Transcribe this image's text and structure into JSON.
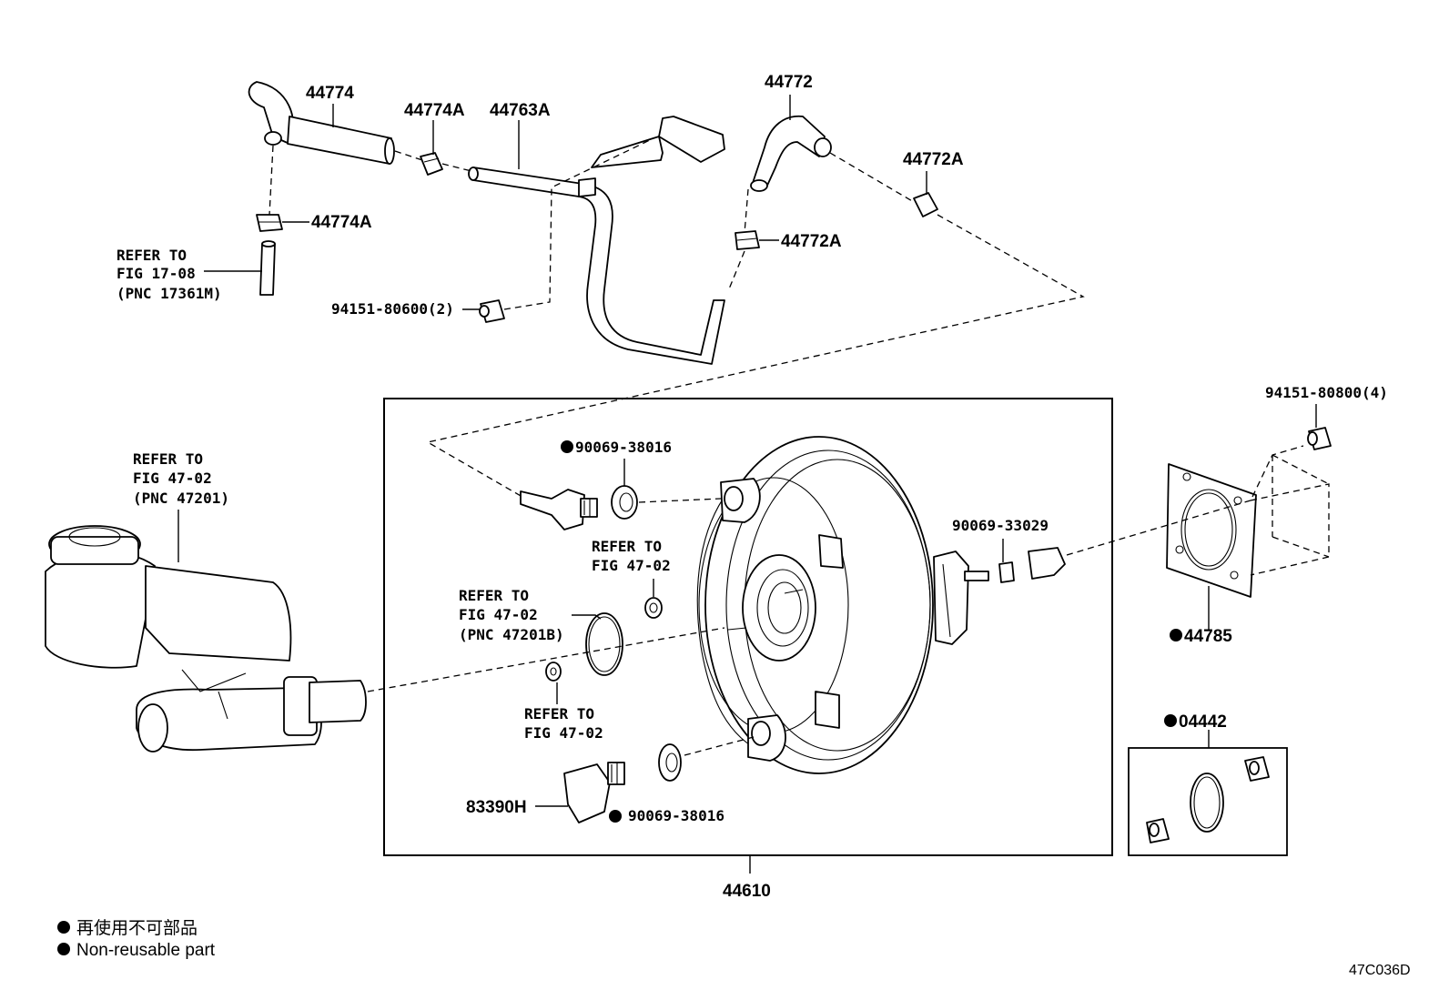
{
  "parts": {
    "p44774": "44774",
    "p44774A_top": "44774A",
    "p44763A": "44763A",
    "p44772": "44772",
    "p44772A_right": "44772A",
    "p44774A_lower": "44774A",
    "p44772A_mid": "44772A",
    "p94151_80600": "94151-80600(2)",
    "p94151_80800": "94151-80800(4)",
    "p90069_38016_top": "90069-38016",
    "p90069_33029": "90069-33029",
    "p44785": "44785",
    "p04442": "04442",
    "p83390H": "83390H",
    "p90069_38016_bottom": "90069-38016",
    "p44610": "44610"
  },
  "refs": {
    "fig1708": [
      "REFER TO",
      "FIG 17-08",
      "(PNC 17361M)"
    ],
    "fig4702_master": [
      "REFER TO",
      "FIG 47-02",
      "(PNC 47201)"
    ],
    "fig4702_upper": [
      "REFER TO",
      "FIG 47-02"
    ],
    "fig4702_oring": [
      "REFER TO",
      "FIG 47-02",
      "(PNC 47201B)"
    ],
    "fig4702_lower": [
      "REFER TO",
      "FIG 47-02"
    ]
  },
  "legend": {
    "japanese": "再使用不可部品",
    "english": "Non-reusable part"
  },
  "diagram_code": "47C036D"
}
